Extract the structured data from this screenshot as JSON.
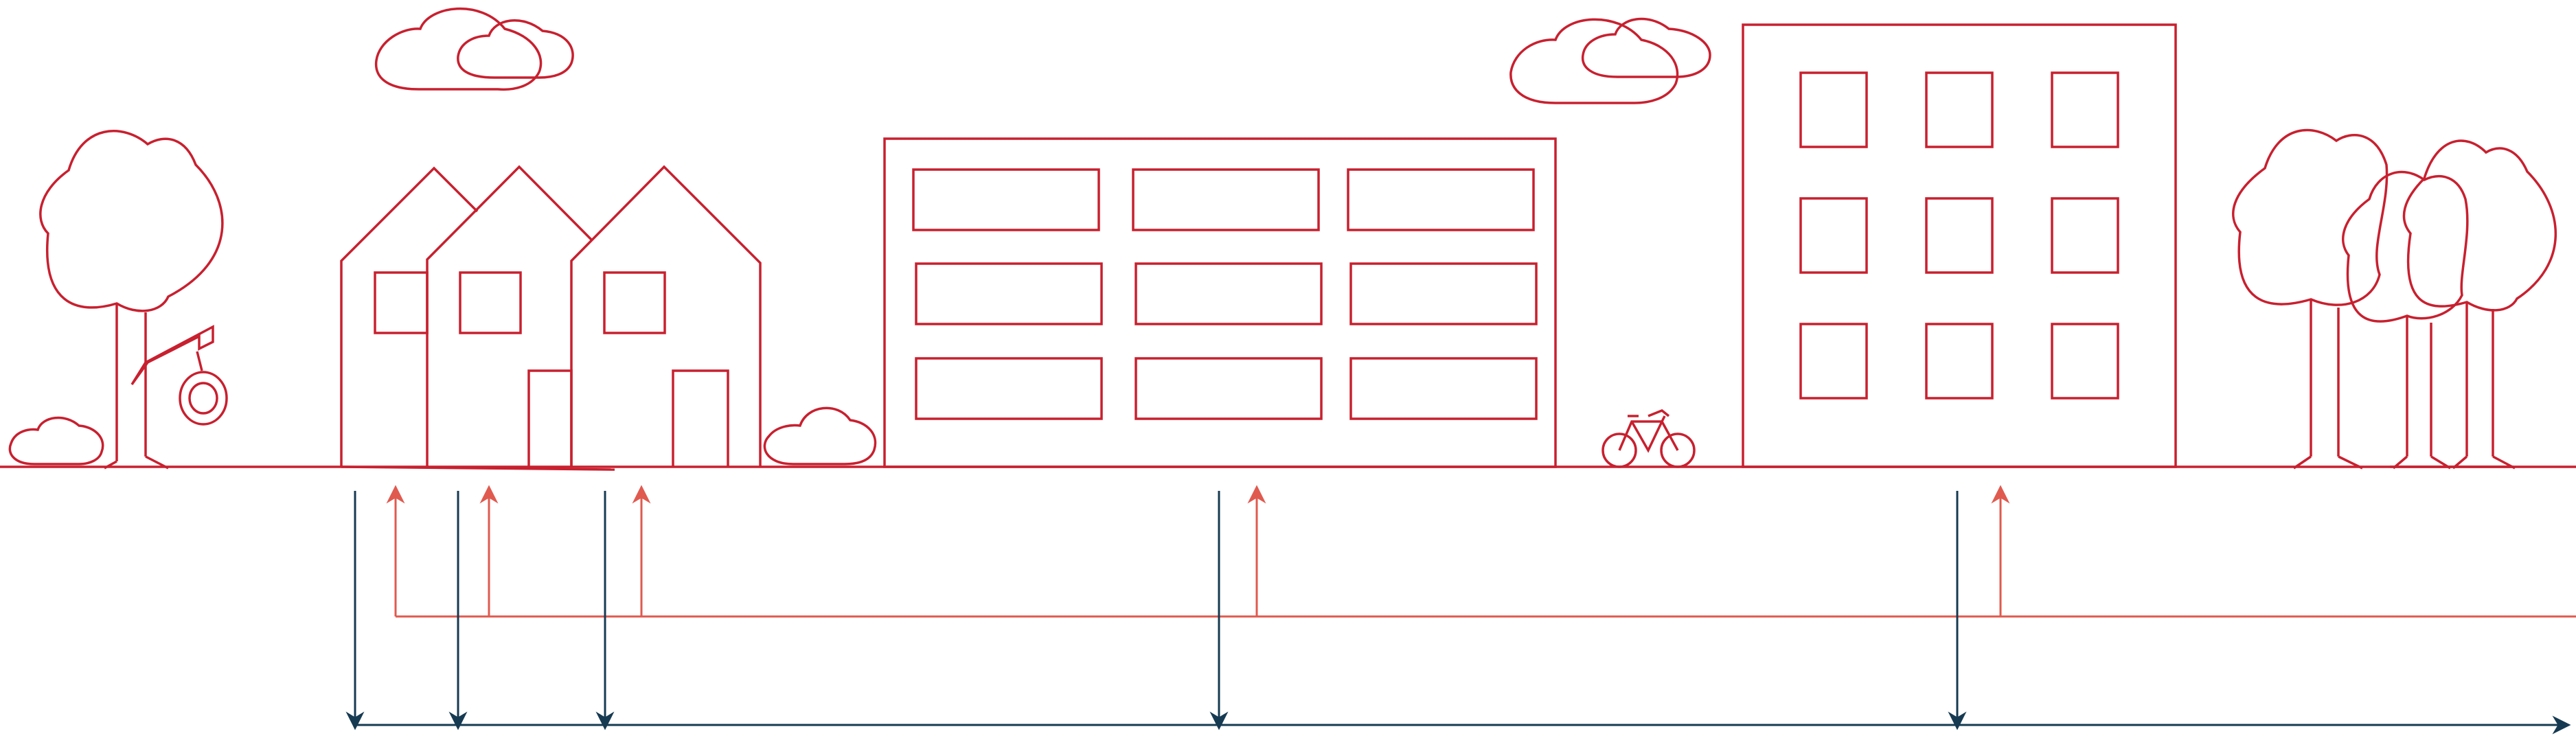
{
  "colors": {
    "scene_stroke": "#c8202f",
    "return_arrows": "#e05a4f",
    "supply_arrows": "#163a52",
    "background": "#ffffff"
  },
  "diagram": {
    "description_elements": [
      "tree-with-tire-swing-icon",
      "row-houses-icon",
      "office-building-icon",
      "bicycle-icon",
      "apartment-tower-icon",
      "forest-icon",
      "cloud-icon"
    ],
    "supply_flow": {
      "direction": "left-to-right",
      "branch_count": 5
    },
    "return_flow": {
      "direction": "right-to-left",
      "branch_count": 5
    }
  }
}
